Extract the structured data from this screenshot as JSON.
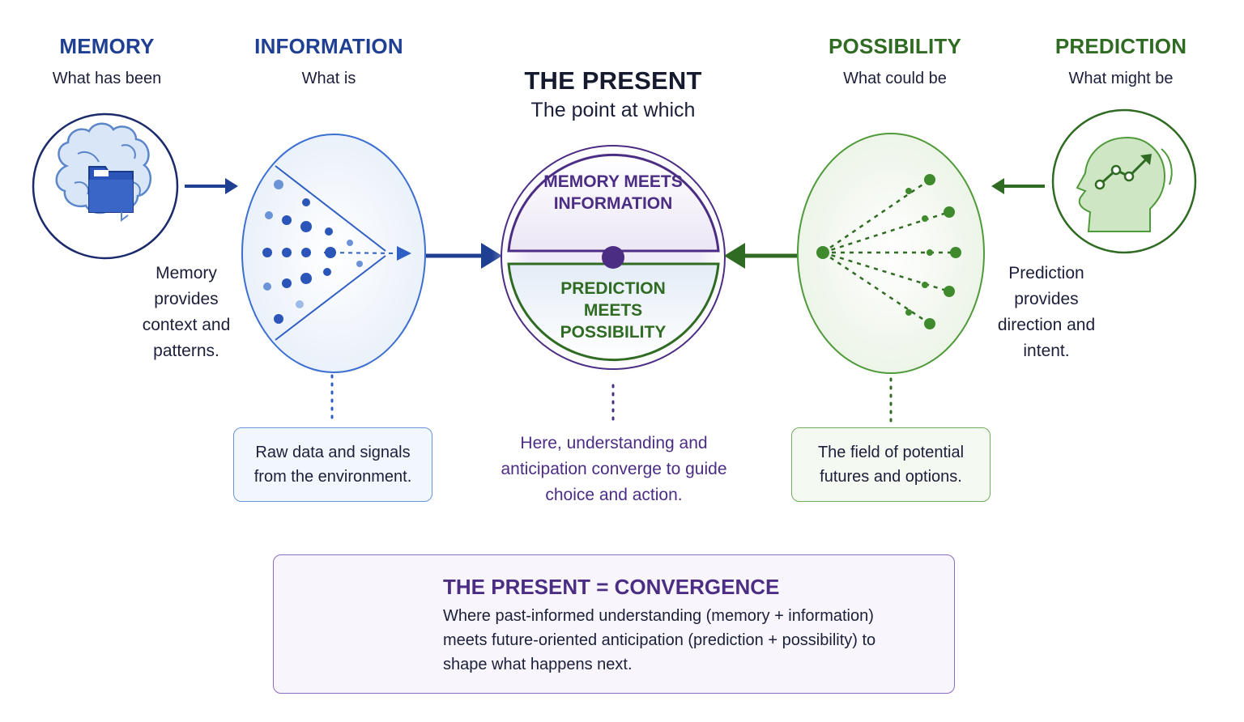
{
  "columns": {
    "memory": {
      "title": "MEMORY",
      "subtitle": "What has been",
      "note": "Memory provides context and patterns."
    },
    "information": {
      "title": "INFORMATION",
      "subtitle": "What is",
      "note": "Raw data and signals from the environment."
    },
    "present": {
      "title": "THE PRESENT",
      "subtitle": "The point at which",
      "top_label": "MEMORY MEETS INFORMATION",
      "bottom_label": "PREDICTION MEETS POSSIBILITY",
      "note": "Here, understanding and anticipation converge to guide choice and action."
    },
    "possibility": {
      "title": "POSSIBILITY",
      "subtitle": "What could be",
      "note": "The field of potential futures and options."
    },
    "prediction": {
      "title": "PREDICTION",
      "subtitle": "What might be",
      "note": "Prediction provides direction and intent."
    }
  },
  "convergence": {
    "title": "THE PRESENT = CONVERGENCE",
    "body": "Where past-informed understanding (memory + information) meets future-oriented anticipation (prediction + possibility) to shape what happens next."
  },
  "icons": {
    "memory": "brain-folder-icon",
    "information": "data-funnel-icon",
    "possibility": "branching-options-icon",
    "prediction": "head-trend-icon",
    "convergence": "target-arrow-icon"
  },
  "colors": {
    "blue": "#1f3f93",
    "green": "#2f6b22",
    "purple": "#4b2d84",
    "dark": "#161a2e"
  }
}
